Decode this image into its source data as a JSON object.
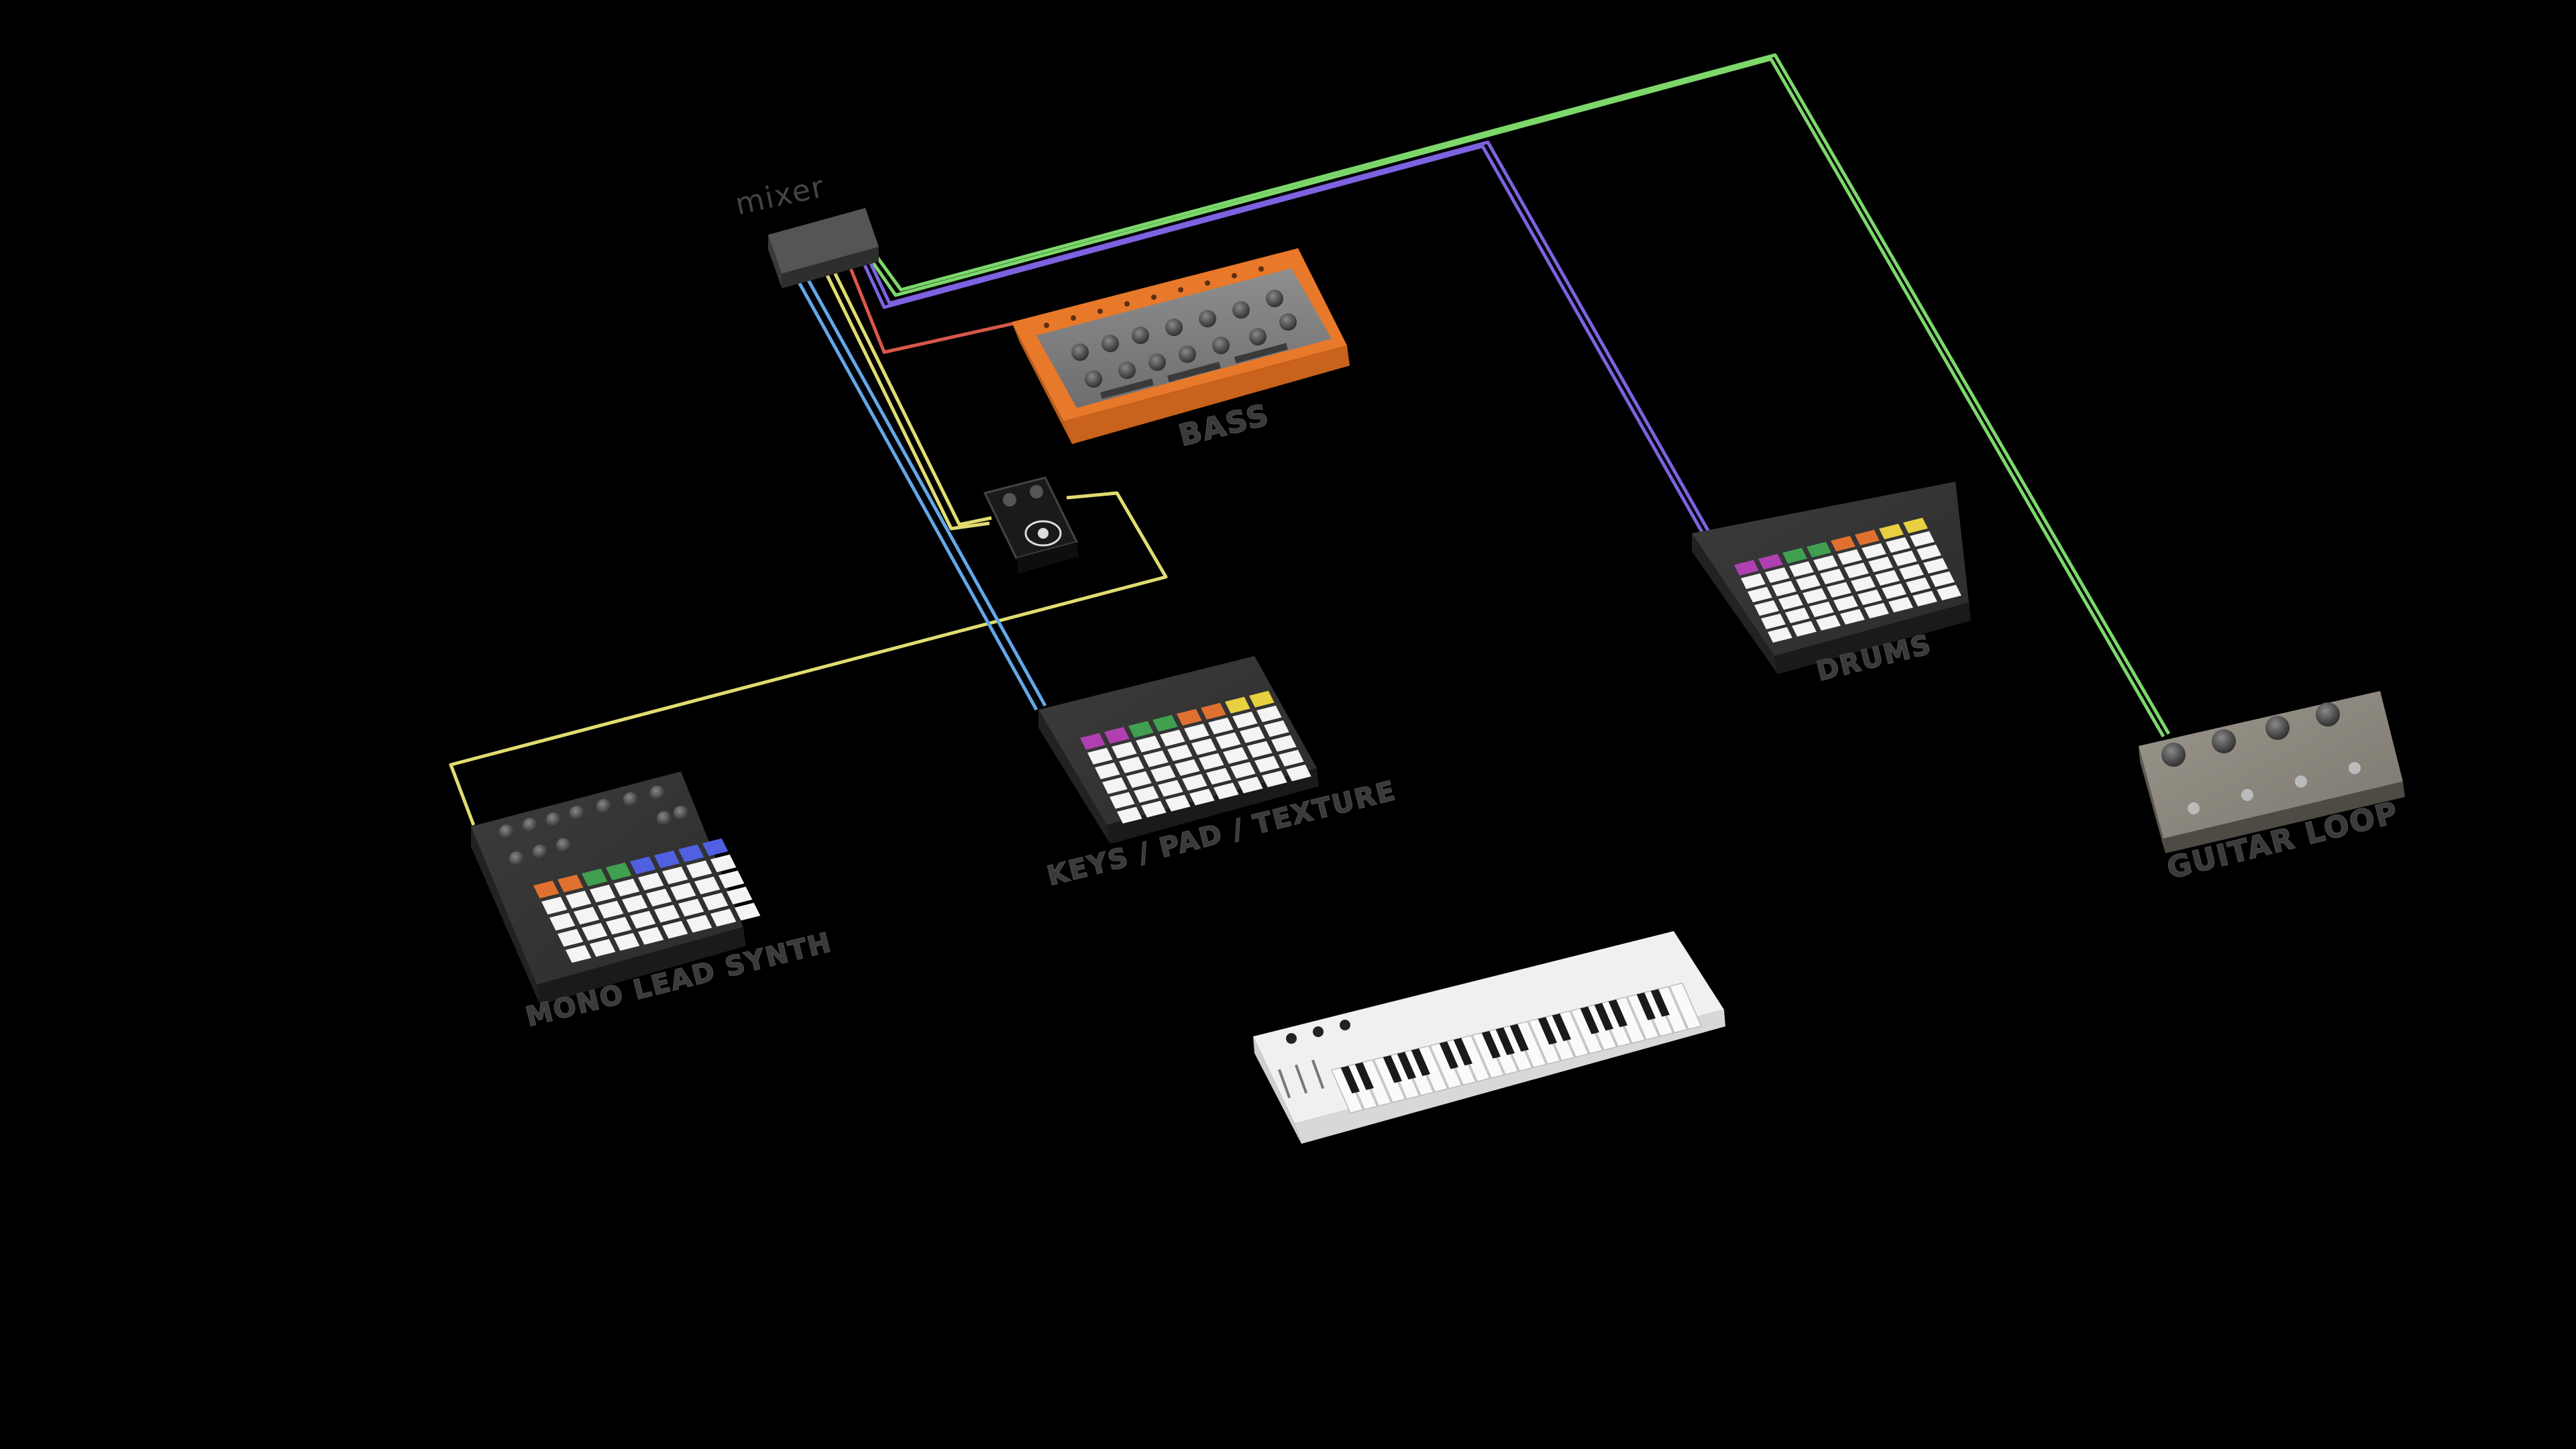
{
  "scene": {
    "background": "#000000",
    "labels": {
      "mixer": "mixer",
      "bass": "BASS",
      "drums": "DRUMS",
      "keys": "KEYS / PAD / TEXTURE",
      "mono": "MONO LEAD SYNTH",
      "guitar": "GUITAR LOOP"
    },
    "cable_colors": {
      "green": "#7cd86a",
      "purple": "#7d62e0",
      "red": "#d8584a",
      "yellow": "#e0dc70",
      "blue": "#62a8e8"
    },
    "devices": [
      {
        "id": "mixer",
        "icon": "mixer-box-icon"
      },
      {
        "id": "bass",
        "icon": "orange-synth-icon",
        "color": "#e8782a"
      },
      {
        "id": "pedal",
        "icon": "effects-pedal-icon"
      },
      {
        "id": "drums",
        "icon": "pad-controller-icon"
      },
      {
        "id": "keys",
        "icon": "pad-controller-icon"
      },
      {
        "id": "mono",
        "icon": "pad-synth-icon"
      },
      {
        "id": "guitar",
        "icon": "looper-pedal-icon",
        "color": "#8a857a"
      },
      {
        "id": "keyboard",
        "icon": "midi-keyboard-icon",
        "color": "#f0f0f0"
      }
    ]
  }
}
